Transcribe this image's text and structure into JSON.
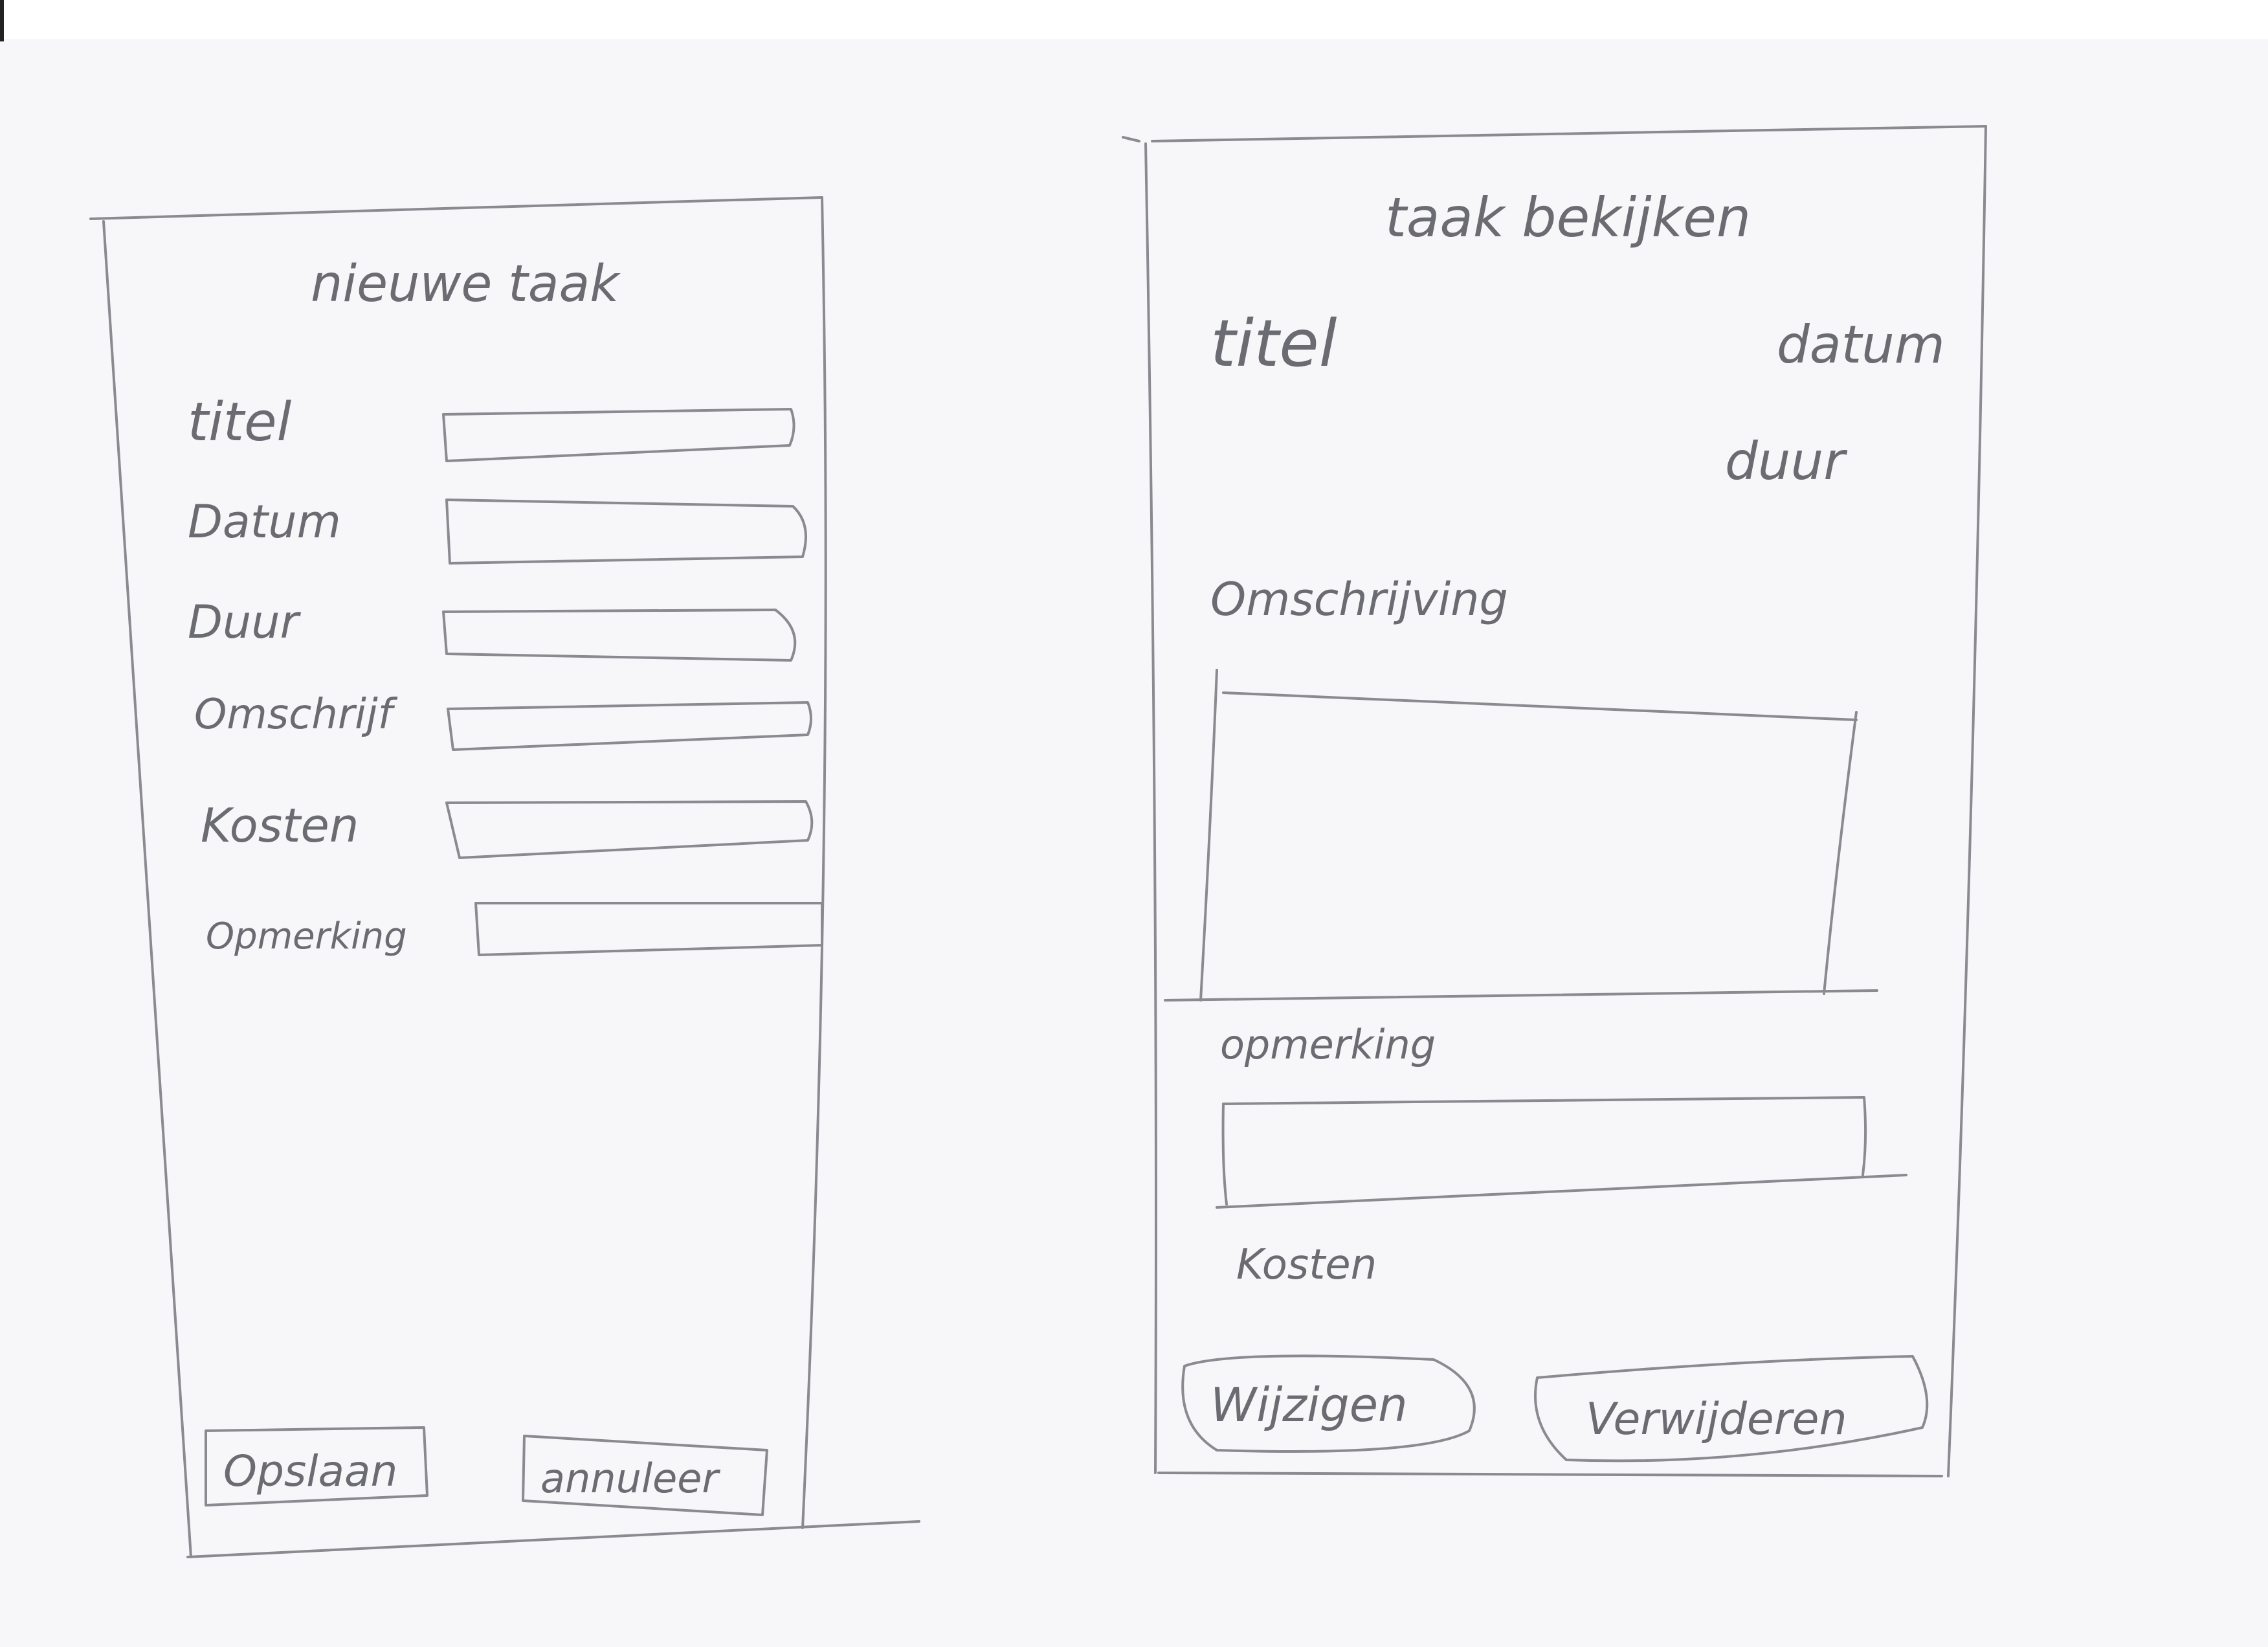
{
  "screens": [
    {
      "title": "nieuwe taak",
      "fields": [
        {
          "label": "titel",
          "value": ""
        },
        {
          "label": "Datum",
          "value": ""
        },
        {
          "label": "Duur",
          "value": ""
        },
        {
          "label": "Omschrijf",
          "value": ""
        },
        {
          "label": "Kosten",
          "value": ""
        },
        {
          "label": "Opmerking",
          "value": ""
        }
      ],
      "buttons": {
        "save": "Opslaan",
        "cancel": "annuleer"
      }
    },
    {
      "title": "taak bekijken",
      "titel_label": "titel",
      "datum_label": "datum",
      "duur_label": "duur",
      "omschrijving_label": "Omschrijving",
      "opmerking_label": "opmerking",
      "kosten_label": "Kosten",
      "buttons": {
        "edit": "Wijzigen",
        "delete": "Verwijderen"
      }
    }
  ],
  "colors": {
    "pencil": "#6b6b72",
    "paper": "#f7f7f9"
  }
}
